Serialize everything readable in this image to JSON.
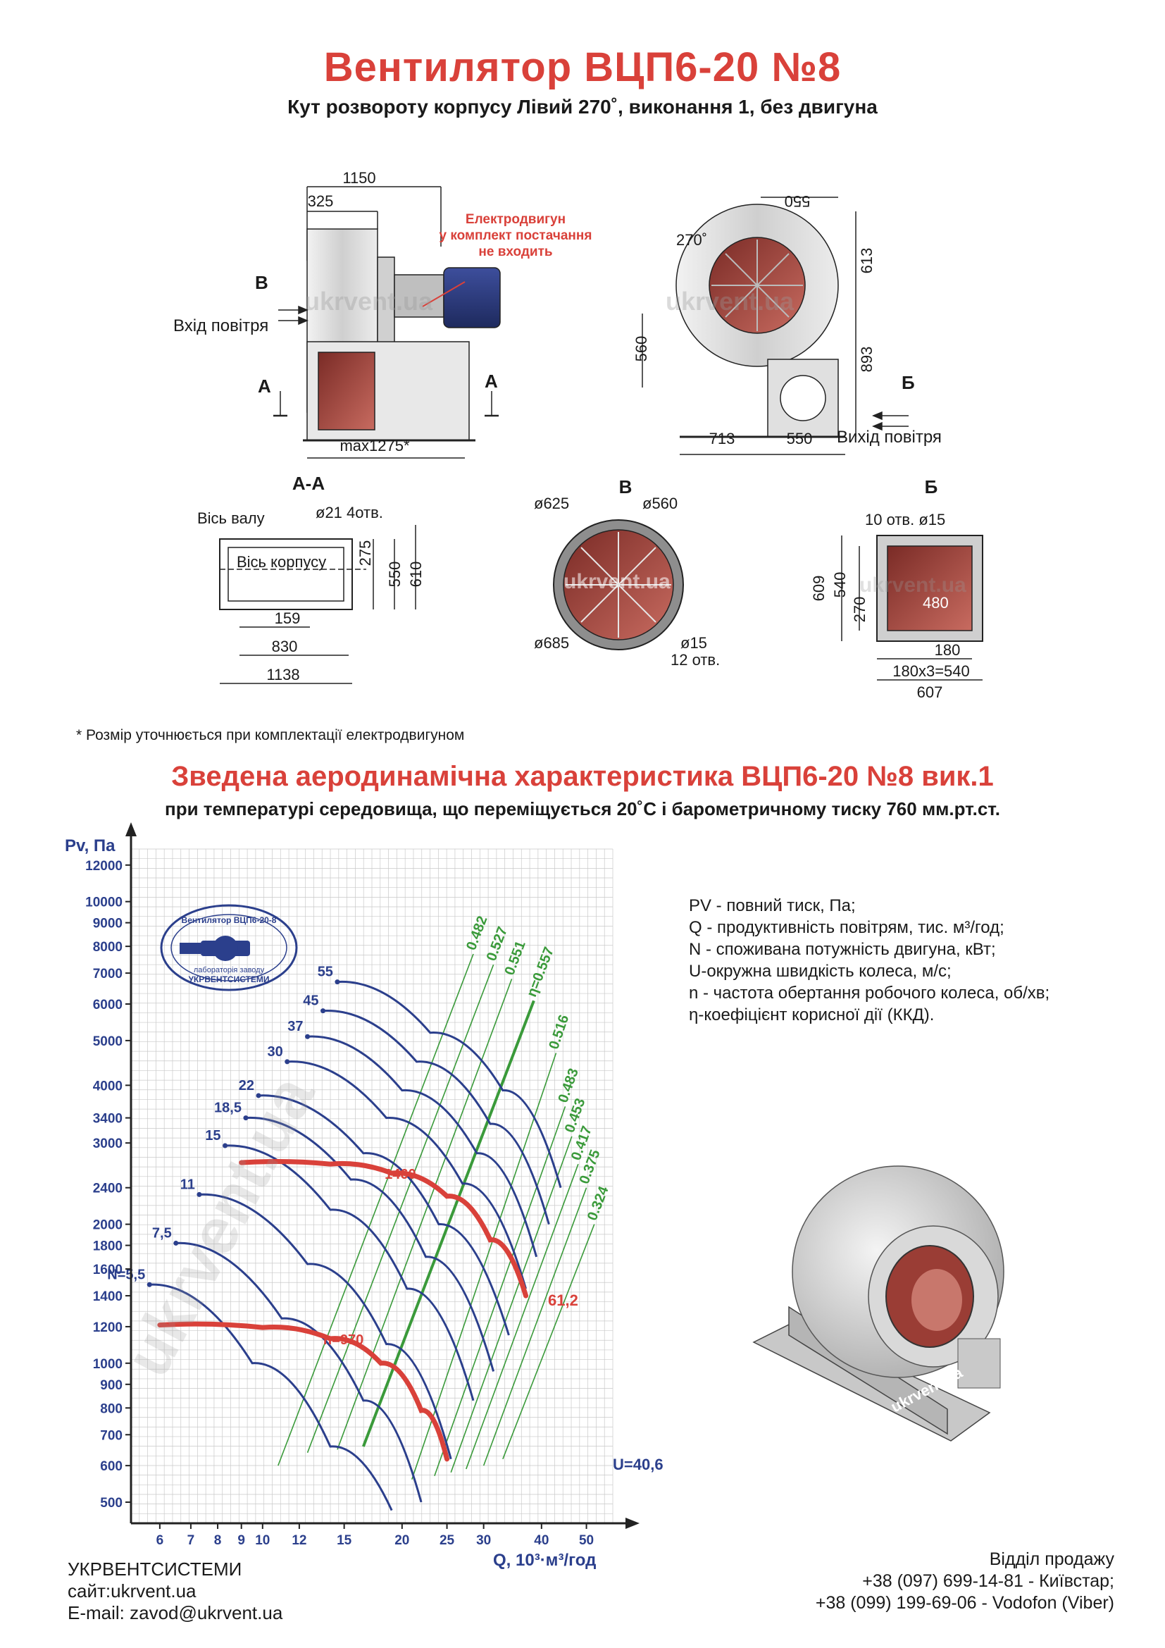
{
  "header": {
    "title": "Вентилятор  ВЦП6-20 №8",
    "subtitle": "Кут розвороту корпусу Лівий 270˚, виконання 1, без двигуна"
  },
  "drawing": {
    "side_view": {
      "dim_total_width": "1150",
      "dim_inlet_depth": "325",
      "dim_base_length": "max1275*",
      "motor_note_line1": "Електродвигун",
      "motor_note_line2": "у комплект постачання",
      "motor_note_line3": "не входить",
      "label_b": "В",
      "inlet_label": "Вхід повітря",
      "label_a_left": "А",
      "label_a_right": "А"
    },
    "front_view": {
      "angle": "270˚",
      "dim_top": "550",
      "dim_upper_height": "613",
      "dim_lower_height": "893",
      "dim_inlet_height": "560",
      "dim_left_base": "713",
      "dim_right_base": "550",
      "label_b": "Б",
      "outlet_label": "Вихід повітря"
    },
    "section_aa": {
      "title": "А-А",
      "shaft_axis": "Вісь валу",
      "housing_axis": "Вісь корпусу",
      "holes": "ø21 4отв.",
      "dim_275": "275",
      "dim_550": "550",
      "dim_610": "610",
      "dim_159": "159",
      "dim_830": "830",
      "dim_1138": "1138"
    },
    "view_b": {
      "title": "В",
      "d625": "ø625",
      "d560": "ø560",
      "d685": "ø685",
      "d15": "ø15",
      "holes": "12 отв."
    },
    "view_bb": {
      "title": "Б",
      "holes": "10 отв. ø15",
      "dim_609": "609",
      "dim_540": "540",
      "dim_270": "270",
      "dim_480": "480",
      "dim_180": "180",
      "dim_180x3": "180x3=540",
      "dim_607": "607"
    },
    "watermark": "ukrvent.ua"
  },
  "footnote": "* Розмір уточнюється при комплектації електродвигуном",
  "section": {
    "title": "Зведена аеродинамічна характеристика ВЦП6-20 №8 вик.1",
    "subtitle": "при температурі середовища, що переміщується 20˚С і барометричному тиску 760 мм.рт.ст."
  },
  "stamp": {
    "line1": "Вентилятор ВЦП6-20-8",
    "line2": "лабораторія заводу",
    "line3": "УКРВЕНТСИСТЕМИ"
  },
  "chart_data": {
    "type": "line",
    "ylabel": "Pv, Па",
    "xlabel": "Q, 10³·м³/год",
    "y_scale": "log",
    "x_scale": "log",
    "y_ticks": [
      500,
      600,
      700,
      800,
      900,
      1000,
      1200,
      1400,
      1600,
      1800,
      2000,
      2400,
      3000,
      3400,
      4000,
      5000,
      6000,
      7000,
      8000,
      9000,
      10000,
      12000
    ],
    "x_ticks": [
      6,
      7,
      8,
      9,
      10,
      12,
      15,
      20,
      25,
      30,
      40,
      50
    ],
    "ylim": [
      450,
      13000
    ],
    "xlim": [
      5.2,
      57
    ],
    "power_curves": [
      {
        "name": "N=5,5",
        "x": [
          5.7,
          9.5,
          14.0,
          19.0
        ],
        "y": [
          1480,
          1000,
          660,
          480
        ]
      },
      {
        "name": "7,5",
        "x": [
          6.5,
          11.0,
          16.5,
          22.0
        ],
        "y": [
          1820,
          1250,
          830,
          500
        ]
      },
      {
        "name": "11",
        "x": [
          7.3,
          12.5,
          18.5,
          25.5
        ],
        "y": [
          2320,
          1640,
          1100,
          620
        ]
      },
      {
        "name": "15",
        "x": [
          8.3,
          14.0,
          20.5,
          28.5
        ],
        "y": [
          2960,
          2150,
          1450,
          830
        ]
      },
      {
        "name": "18,5",
        "x": [
          9.2,
          15.5,
          22.5,
          31.5
        ],
        "y": [
          3400,
          2500,
          1700,
          960
        ]
      },
      {
        "name": "22",
        "x": [
          9.8,
          16.5,
          24.0,
          34.0
        ],
        "y": [
          3800,
          2850,
          2000,
          1150
        ]
      },
      {
        "name": "30",
        "x": [
          11.3,
          18.5,
          27.0,
          37.0
        ],
        "y": [
          4500,
          3400,
          2450,
          1450
        ]
      },
      {
        "name": "37",
        "x": [
          12.5,
          20.0,
          29.0,
          39.0
        ],
        "y": [
          5100,
          3900,
          2850,
          1700
        ]
      },
      {
        "name": "45",
        "x": [
          13.5,
          21.5,
          31.0,
          41.5
        ],
        "y": [
          5800,
          4500,
          3300,
          2000
        ]
      },
      {
        "name": "55",
        "x": [
          14.5,
          23.0,
          33.0,
          44.0
        ],
        "y": [
          6700,
          5200,
          3900,
          2400
        ]
      }
    ],
    "efficiency_lines": [
      {
        "name": "0.482",
        "x": [
          10.8,
          28.5
        ],
        "y": [
          600,
          7700
        ]
      },
      {
        "name": "0.527",
        "x": [
          12.5,
          31.5
        ],
        "y": [
          640,
          7300
        ]
      },
      {
        "name": "0.551",
        "x": [
          14.5,
          34.5
        ],
        "y": [
          650,
          6800
        ]
      },
      {
        "name": "η=0.557",
        "x": [
          16.5,
          38.5
        ],
        "y": [
          660,
          6100
        ]
      },
      {
        "name": "0.516",
        "x": [
          21.0,
          43.0
        ],
        "y": [
          560,
          4700
        ]
      },
      {
        "name": "0.483",
        "x": [
          23.5,
          45.0
        ],
        "y": [
          570,
          3600
        ]
      },
      {
        "name": "0.453",
        "x": [
          25.5,
          46.5
        ],
        "y": [
          580,
          3100
        ]
      },
      {
        "name": "0.417",
        "x": [
          27.5,
          48.0
        ],
        "y": [
          590,
          2700
        ]
      },
      {
        "name": "0.375",
        "x": [
          30.0,
          50.0
        ],
        "y": [
          600,
          2400
        ]
      },
      {
        "name": "0.324",
        "x": [
          33.0,
          52.0
        ],
        "y": [
          620,
          2000
        ]
      }
    ],
    "speed_curves": [
      {
        "name": "n=970",
        "x": [
          6.0,
          10.0,
          14.0,
          18.0,
          22.0,
          25.0
        ],
        "y": [
          1210,
          1195,
          1130,
          1000,
          790,
          620
        ]
      },
      {
        "name": "1460",
        "x": [
          9.0,
          14.0,
          19.0,
          25.0,
          31.0,
          37.0
        ],
        "y": [
          2720,
          2700,
          2580,
          2300,
          1850,
          1400
        ]
      }
    ],
    "annotations": [
      "U=40,6",
      "61,2"
    ]
  },
  "legend": {
    "pv": "PV - повний тиск, Па;",
    "q": "Q - продуктивність повітрям, тис. м³/год;",
    "n": "N - споживана потужність двигуна, кВт;",
    "u": "U-окружна швидкість колеса, м/с;",
    "rpm": "n - частота обертання робочого колеса, об/хв;",
    "eta": "η-коефіцієнт корисної дії (ККД)."
  },
  "footer": {
    "company": "УКРВЕНТСИСТЕМИ",
    "site": "сайт:ukrvent.ua",
    "email": "E-mail: zavod@ukrvent.ua",
    "sales_title": "Відділ продажу",
    "phone1": "+38 (097) 699-14-81 - Київстар;",
    "phone2": "+38 (099) 199-69-06 - Vodofon (Viber)"
  },
  "colors": {
    "red": "#d9413a",
    "blue_curve": "#2b3f8c",
    "green_line": "#3a9a3a",
    "grid": "#c9c9c9",
    "housing": "#dcdcdc",
    "flange": "#8a3a34"
  }
}
